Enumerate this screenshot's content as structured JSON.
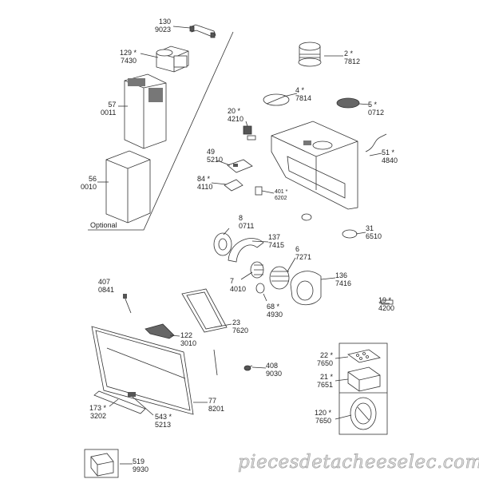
{
  "labels": {
    "p130": {
      "num": "130",
      "code": "9023"
    },
    "p129": {
      "num": "129 *",
      "code": "7430"
    },
    "p57": {
      "num": "57",
      "code": "0011"
    },
    "p56": {
      "num": "56",
      "code": "0010"
    },
    "p2": {
      "num": "2 *",
      "code": "7812"
    },
    "p4": {
      "num": "4 *",
      "code": "7814"
    },
    "p5": {
      "num": "5 *",
      "code": "0712"
    },
    "p20": {
      "num": "20 *",
      "code": "4210"
    },
    "p51": {
      "num": "51 *",
      "code": "4840"
    },
    "p49": {
      "num": "49",
      "code": "5210"
    },
    "p84": {
      "num": "84 *",
      "code": "4110"
    },
    "p401": {
      "num": "401 *",
      "code": "6202"
    },
    "p31": {
      "num": "31",
      "code": "6510"
    },
    "p8": {
      "num": "8",
      "code": "0711"
    },
    "p137": {
      "num": "137",
      "code": "7415"
    },
    "p6": {
      "num": "6",
      "code": "7271"
    },
    "p136": {
      "num": "136",
      "code": "7416"
    },
    "p7": {
      "num": "7",
      "code": "4010"
    },
    "p68": {
      "num": "68 *",
      "code": "4930"
    },
    "p407": {
      "num": "407",
      "code": "0841"
    },
    "p19": {
      "num": "19 *",
      "code": "4200"
    },
    "p23": {
      "num": "23",
      "code": "7620"
    },
    "p122": {
      "num": "122",
      "code": "3010"
    },
    "p408": {
      "num": "408",
      "code": "9030"
    },
    "p22": {
      "num": "22 *",
      "code": "7650"
    },
    "p21": {
      "num": "21 *",
      "code": "7651"
    },
    "p77": {
      "num": "77",
      "code": "8201"
    },
    "p173": {
      "num": "173 *",
      "code": "3202"
    },
    "p543": {
      "num": "543 *",
      "code": "5213"
    },
    "p120": {
      "num": "120 *",
      "code": "7650"
    },
    "p519": {
      "num": "519",
      "code": "9930"
    }
  },
  "optional_label": "Optional",
  "watermark": "piecesdetacheeselec.com",
  "colors": {
    "line": "#333333",
    "fill": "#ffffff",
    "shade": "#9a9a9a",
    "dark": "#555555",
    "watermark": "#d9d9d9"
  }
}
